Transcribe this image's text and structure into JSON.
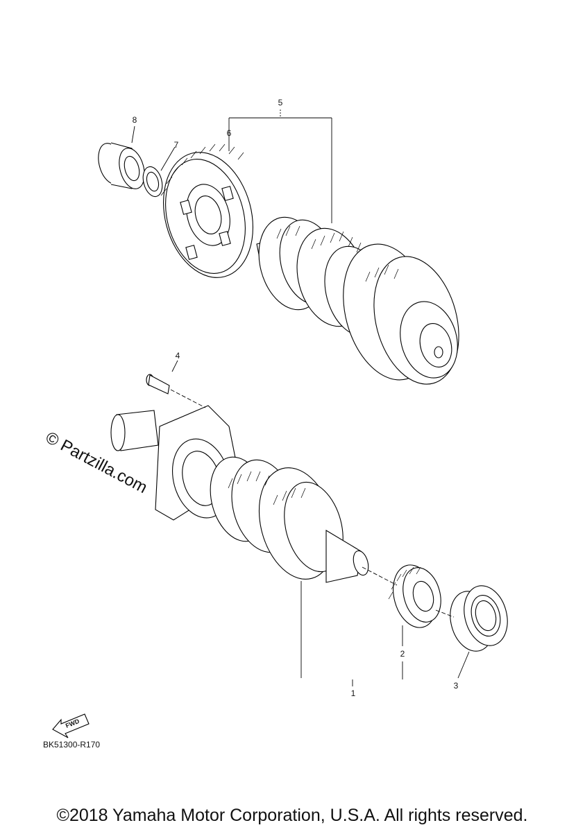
{
  "diagram": {
    "callouts": [
      "1",
      "2",
      "3",
      "4",
      "5",
      "6",
      "7",
      "8"
    ],
    "part_code": "BK51300-R170",
    "fwd_label": "FWD",
    "watermark": "© Partzilla.com",
    "copyright": "©2018 Yamaha Motor Corporation, U.S.A. All rights reserved."
  }
}
